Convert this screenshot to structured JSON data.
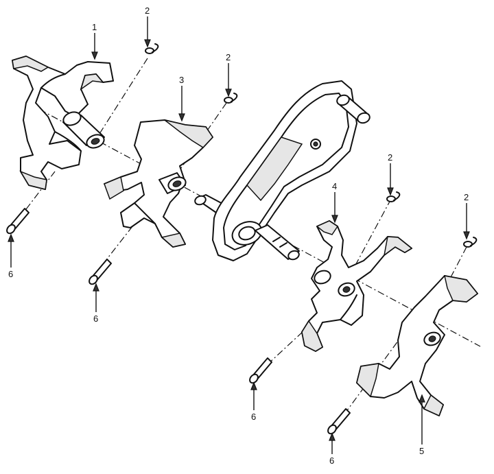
{
  "diagram": {
    "callouts": [
      {
        "id": "c1a",
        "number": "1"
      },
      {
        "id": "c2a",
        "number": "2"
      },
      {
        "id": "c2b",
        "number": "2"
      },
      {
        "id": "c2c",
        "number": "2"
      },
      {
        "id": "c2d",
        "number": "2"
      },
      {
        "id": "c3a",
        "number": "3"
      },
      {
        "id": "c4a",
        "number": "4"
      },
      {
        "id": "c5a",
        "number": "5"
      },
      {
        "id": "c6a",
        "number": "6"
      },
      {
        "id": "c6b",
        "number": "6"
      },
      {
        "id": "c6c",
        "number": "6"
      },
      {
        "id": "c6d",
        "number": "6"
      }
    ],
    "parts": [
      {
        "number": "1",
        "kind": "tine"
      },
      {
        "number": "2",
        "kind": "hairpin-clip"
      },
      {
        "number": "3",
        "kind": "tine"
      },
      {
        "number": "4",
        "kind": "tine"
      },
      {
        "number": "5",
        "kind": "tine"
      },
      {
        "number": "6",
        "kind": "clevis-pin"
      }
    ]
  }
}
